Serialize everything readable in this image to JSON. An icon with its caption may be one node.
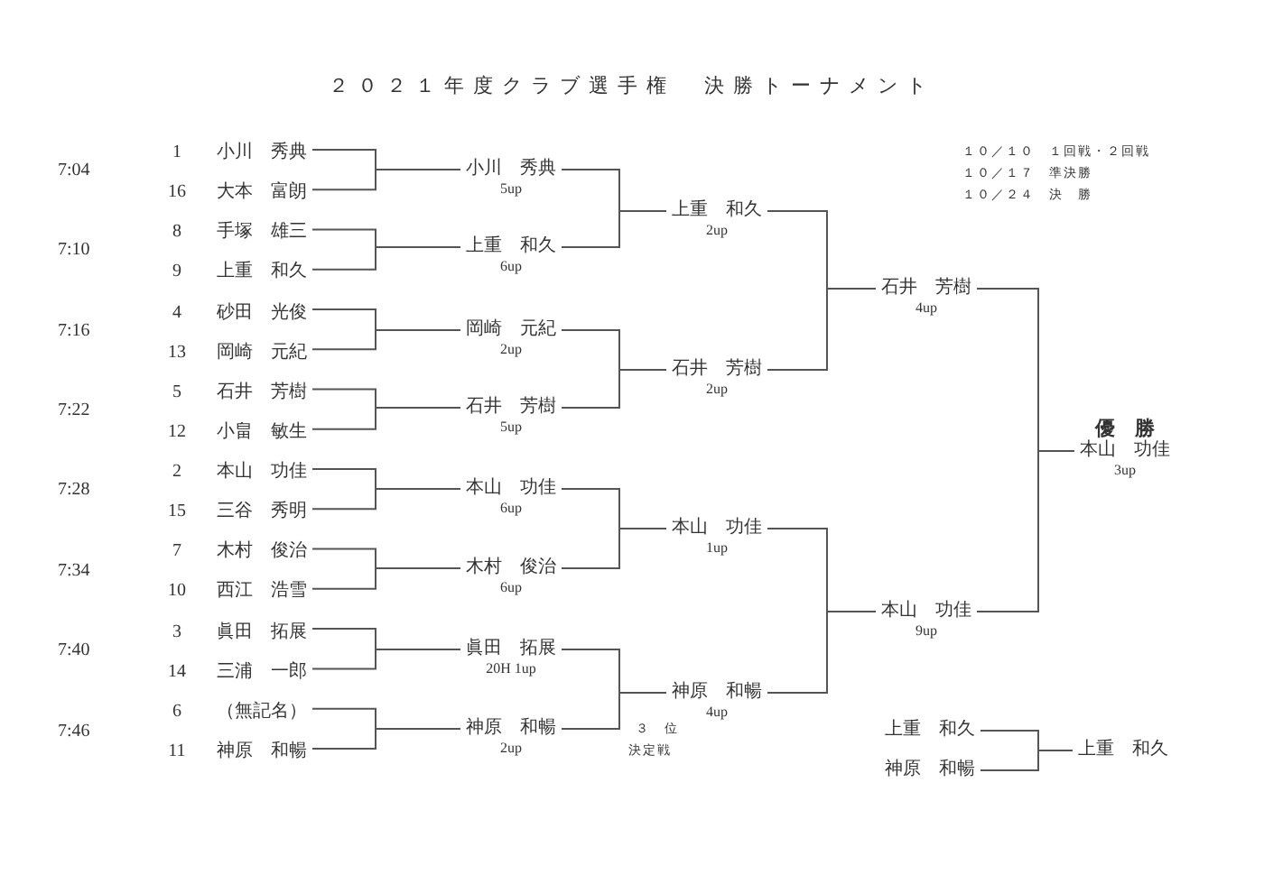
{
  "diagram": {
    "title": "２０２１年度クラブ選手権　決勝トーナメント",
    "nodes": [
      {
        "text": [
          "1",
          "小川　秀典"
        ]
      },
      {
        "text": [
          "16",
          "大本　富朗"
        ]
      },
      {
        "text": [
          "8",
          "手塚　雄三"
        ]
      },
      {
        "text": [
          "9",
          "上重　和久"
        ]
      },
      {
        "text": [
          "4",
          "砂田　光俊"
        ]
      },
      {
        "text": [
          "13",
          "岡崎　元紀"
        ]
      },
      {
        "text": [
          "5",
          "石井　芳樹"
        ]
      },
      {
        "text": [
          "12",
          "小畠　敏生"
        ]
      },
      {
        "text": [
          "2",
          "本山　功佳"
        ]
      },
      {
        "text": [
          "15",
          "三谷　秀明"
        ]
      },
      {
        "text": [
          "7",
          "木村　俊治"
        ]
      },
      {
        "text": [
          "10",
          "西江　浩雪"
        ]
      },
      {
        "text": [
          "3",
          "眞田　拓展"
        ]
      },
      {
        "text": [
          "14",
          "三浦　一郎"
        ]
      },
      {
        "text": [
          "6",
          "（無記名）"
        ]
      },
      {
        "text": [
          "11",
          "神原　和暢"
        ]
      },
      {
        "text": [
          "小川　秀典",
          "5up"
        ]
      },
      {
        "text": [
          "上重　和久",
          "6up"
        ]
      },
      {
        "text": [
          "岡崎　元紀",
          "2up"
        ]
      },
      {
        "text": [
          "石井　芳樹",
          "5up"
        ]
      },
      {
        "text": [
          "本山　功佳",
          "6up"
        ]
      },
      {
        "text": [
          "木村　俊治",
          "6up"
        ]
      },
      {
        "text": [
          "眞田　拓展",
          "20H 1up"
        ]
      },
      {
        "text": [
          "神原　和暢",
          "2up"
        ]
      },
      {
        "text": [
          "上重　和久",
          "2up"
        ]
      },
      {
        "text": [
          "石井　芳樹",
          "2up"
        ]
      },
      {
        "text": [
          "本山　功佳",
          "1up"
        ]
      },
      {
        "text": [
          "神原　和暢",
          "4up"
        ]
      },
      {
        "text": [
          "石井　芳樹",
          "4up"
        ]
      },
      {
        "text": [
          "本山　功佳",
          "9up"
        ]
      },
      {
        "text": [
          "優　勝",
          "本山　功佳",
          "3up"
        ]
      },
      {
        "text": [
          "上重　和久"
        ]
      },
      {
        "text": [
          "神原　和暢"
        ]
      },
      {
        "text": [
          "上重　和久"
        ]
      }
    ],
    "edges": [
      {
        "from": 0,
        "to": 16,
        "arrow": "none"
      },
      {
        "from": 1,
        "to": 16,
        "arrow": "none"
      },
      {
        "from": 2,
        "to": 17,
        "arrow": "none"
      },
      {
        "from": 3,
        "to": 17,
        "arrow": "none"
      },
      {
        "from": 4,
        "to": 18,
        "arrow": "none"
      },
      {
        "from": 5,
        "to": 18,
        "arrow": "none"
      },
      {
        "from": 6,
        "to": 19,
        "arrow": "none"
      },
      {
        "from": 7,
        "to": 19,
        "arrow": "none"
      },
      {
        "from": 8,
        "to": 20,
        "arrow": "none"
      },
      {
        "from": 9,
        "to": 20,
        "arrow": "none"
      },
      {
        "from": 10,
        "to": 21,
        "arrow": "none"
      },
      {
        "from": 11,
        "to": 21,
        "arrow": "none"
      },
      {
        "from": 12,
        "to": 22,
        "arrow": "none"
      },
      {
        "from": 13,
        "to": 22,
        "arrow": "none"
      },
      {
        "from": 14,
        "to": 23,
        "arrow": "none"
      },
      {
        "from": 15,
        "to": 23,
        "arrow": "none"
      },
      {
        "from": 16,
        "to": 24,
        "arrow": "none"
      },
      {
        "from": 17,
        "to": 24,
        "arrow": "none"
      },
      {
        "from": 18,
        "to": 25,
        "arrow": "none"
      },
      {
        "from": 19,
        "to": 25,
        "arrow": "none"
      },
      {
        "from": 20,
        "to": 26,
        "arrow": "none"
      },
      {
        "from": 21,
        "to": 26,
        "arrow": "none"
      },
      {
        "from": 22,
        "to": 27,
        "arrow": "none"
      },
      {
        "from": 23,
        "to": 27,
        "arrow": "none"
      },
      {
        "from": 24,
        "to": 28,
        "arrow": "none"
      },
      {
        "from": 25,
        "to": 28,
        "arrow": "none"
      },
      {
        "from": 26,
        "to": 29,
        "arrow": "none"
      },
      {
        "from": 27,
        "to": 29,
        "arrow": "none"
      },
      {
        "from": 28,
        "to": 30,
        "arrow": "none"
      },
      {
        "from": 29,
        "to": 30,
        "arrow": "none"
      },
      {
        "from": 31,
        "to": 33,
        "arrow": "none"
      },
      {
        "from": 32,
        "to": 33,
        "arrow": "none"
      }
    ],
    "labels": [
      "１０／１０　１回戦・２回戦",
      "１０／１７　準決勝",
      "１０／２４　決　勝",
      "7:04",
      "7:10",
      "7:16",
      "7:22",
      "7:28",
      "7:34",
      "7:40",
      "7:46",
      "３　位",
      "決定戦"
    ]
  }
}
